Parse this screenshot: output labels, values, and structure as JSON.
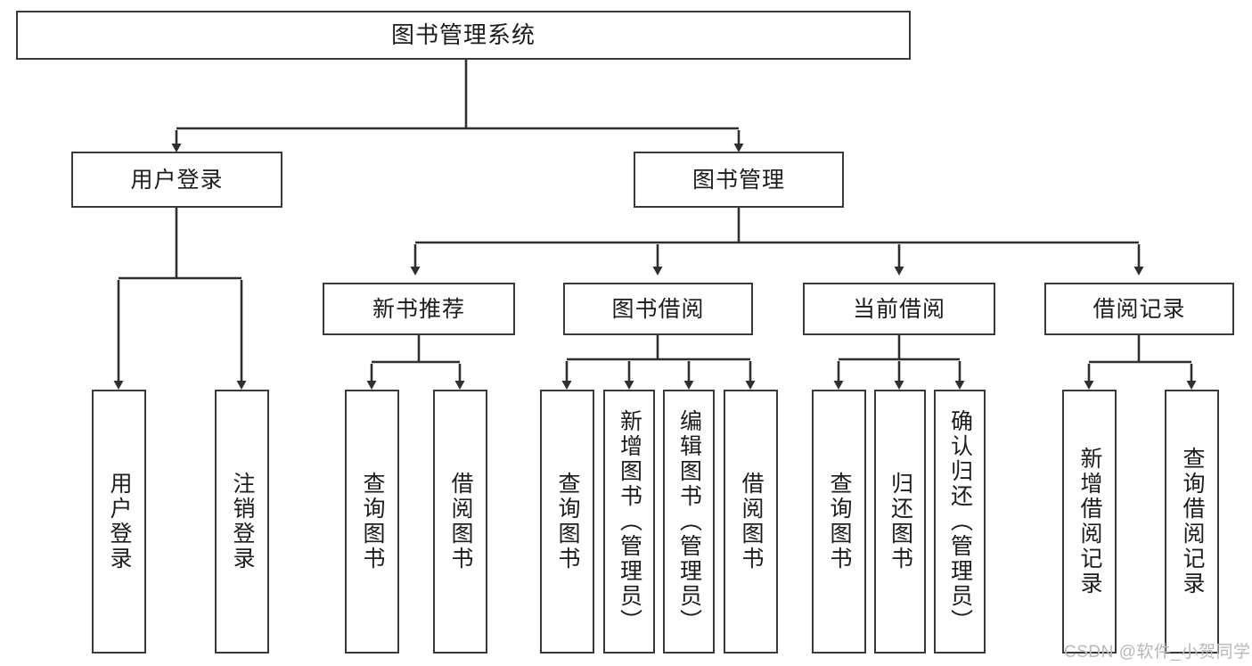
{
  "diagram": {
    "title": "图书管理系统",
    "type": "hierarchy-tree",
    "root": {
      "label": "图书管理系统"
    },
    "level2": [
      {
        "label": "用户登录"
      },
      {
        "label": "图书管理"
      }
    ],
    "level3": [
      {
        "label": "新书推荐"
      },
      {
        "label": "图书借阅"
      },
      {
        "label": "当前借阅"
      },
      {
        "label": "借阅记录"
      }
    ],
    "leaves": {
      "user_login": [
        {
          "label": "用户登录"
        },
        {
          "label": "注销登录"
        }
      ],
      "new_book_recommend": [
        {
          "label": "查询图书"
        },
        {
          "label": "借阅图书"
        }
      ],
      "book_borrow": [
        {
          "label": "查询图书"
        },
        {
          "label": "新增图书（管理员）"
        },
        {
          "label": "编辑图书（管理员）"
        },
        {
          "label": "借阅图书"
        }
      ],
      "current_borrow": [
        {
          "label": "查询图书"
        },
        {
          "label": "归还图书"
        },
        {
          "label": "确认归还（管理员）"
        }
      ],
      "borrow_record": [
        {
          "label": "新增借阅记录"
        },
        {
          "label": "查询借阅记录"
        }
      ]
    }
  },
  "watermark": {
    "text": "CSDN @软件_小贺同学"
  },
  "colors": {
    "stroke": "#3a3a3a",
    "text": "#1c1c1c",
    "background": "#ffffff",
    "watermark": "#b8b8b8"
  }
}
